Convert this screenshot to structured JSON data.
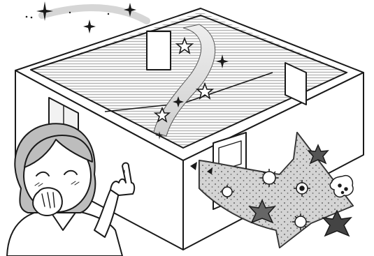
{
  "illustration": {
    "style": "black-and-white line art",
    "subjects": [
      "house-cutaway",
      "smiling-woman",
      "sparkle-trail",
      "stars",
      "dust-arrow",
      "germs"
    ]
  },
  "colors": {
    "background": "#ffffff",
    "ink": "#1a1a1a",
    "fill_light": "#f4f4f4",
    "fill_mid": "#e2e2e2",
    "fill_dark": "#b8b8b8",
    "germ": "#8a8a8a"
  },
  "icons": [
    "star-icon",
    "sparkle-icon",
    "germ-icon"
  ]
}
